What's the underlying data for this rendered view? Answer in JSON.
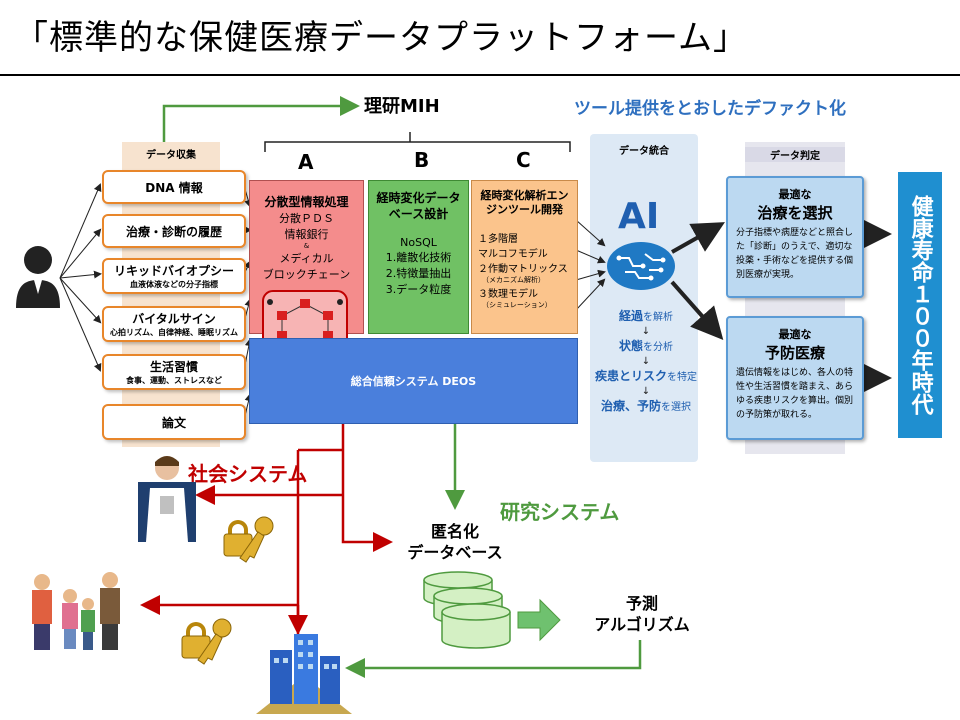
{
  "title": "「標準的な保健医療データプラットフォーム」",
  "top": {
    "mih_label": "理研MIH",
    "defacto_label": "ツール提供をとおしたデファクト化",
    "letter_a": "A",
    "letter_b": "B",
    "letter_c": "C"
  },
  "collection": {
    "header": "データ収集",
    "items": [
      {
        "label": "DNA 情報",
        "sub": ""
      },
      {
        "label": "治療・診断の履歴",
        "sub": ""
      },
      {
        "label": "リキッドバイオプシー",
        "sub": "血液体液などの分子指標"
      },
      {
        "label": "バイタルサイン",
        "sub": "心拍リズム、自律神経、睡眠リズム"
      },
      {
        "label": "生活習慣",
        "sub": "食事、運動、ストレスなど"
      },
      {
        "label": "論文",
        "sub": ""
      }
    ]
  },
  "box_a": {
    "title": "分散型情報処理",
    "line1": "分散ＰＤＳ",
    "line2": "情報銀行",
    "amp": "&",
    "line3": "メディカル",
    "line4": "ブロックチェーン"
  },
  "box_b": {
    "title": "経時変化データベース設計",
    "nosql": "NoSQL",
    "line1": "1.離散化技術",
    "line2": "2.特徴量抽出",
    "line3": "3.データ粒度"
  },
  "box_c": {
    "title": "経時変化解析エンジンツール開発",
    "line1": "１多階層",
    "line1b": "マルコフモデル",
    "line2": "２作動マトリックス",
    "line2_sub": "（メカニズム解析）",
    "line3": "３数理モデル",
    "line3_sub": "（シミュレーション）"
  },
  "deos": "総合信頼システム DEOS",
  "integration": {
    "header": "データ統合",
    "ai": "AI",
    "steps": [
      {
        "bold": "経過",
        "rest": "を解析"
      },
      {
        "bold": "状態",
        "rest": "を分析"
      },
      {
        "bold": "疾患とリスク",
        "rest": "を特定"
      },
      {
        "bold": "治療、予防",
        "rest": "を選択"
      }
    ]
  },
  "judgement": {
    "header": "データ判定",
    "treatment": {
      "pre": "最適な",
      "title": "治療を選択",
      "body": "分子指標や病歴などと照合した「診断」のうえで、適切な投薬・手術などを提供する個別医療が実現。"
    },
    "prevention": {
      "pre": "最適な",
      "title": "予防医療",
      "body": "遺伝情報をはじめ、各人の特性や生活習慣を踏まえ、あらゆる疾患リスクを算出。個別の予防策が取れる。"
    }
  },
  "health_label": "健康寿命１００年時代",
  "bottom": {
    "social": "社会システム",
    "research": "研究システム",
    "anon_db_1": "匿名化",
    "anon_db_2": "データベース",
    "predict_1": "予測",
    "predict_2": "アルゴリズム"
  },
  "colors": {
    "collect_border": "#e8862a",
    "box_a": "#f48c8c",
    "box_b": "#70c164",
    "box_c": "#fbc48c",
    "deos": "#4a7fdc",
    "social_red": "#c00000",
    "research_green": "#4f9a3f",
    "health_blue": "#1f8fd0"
  }
}
